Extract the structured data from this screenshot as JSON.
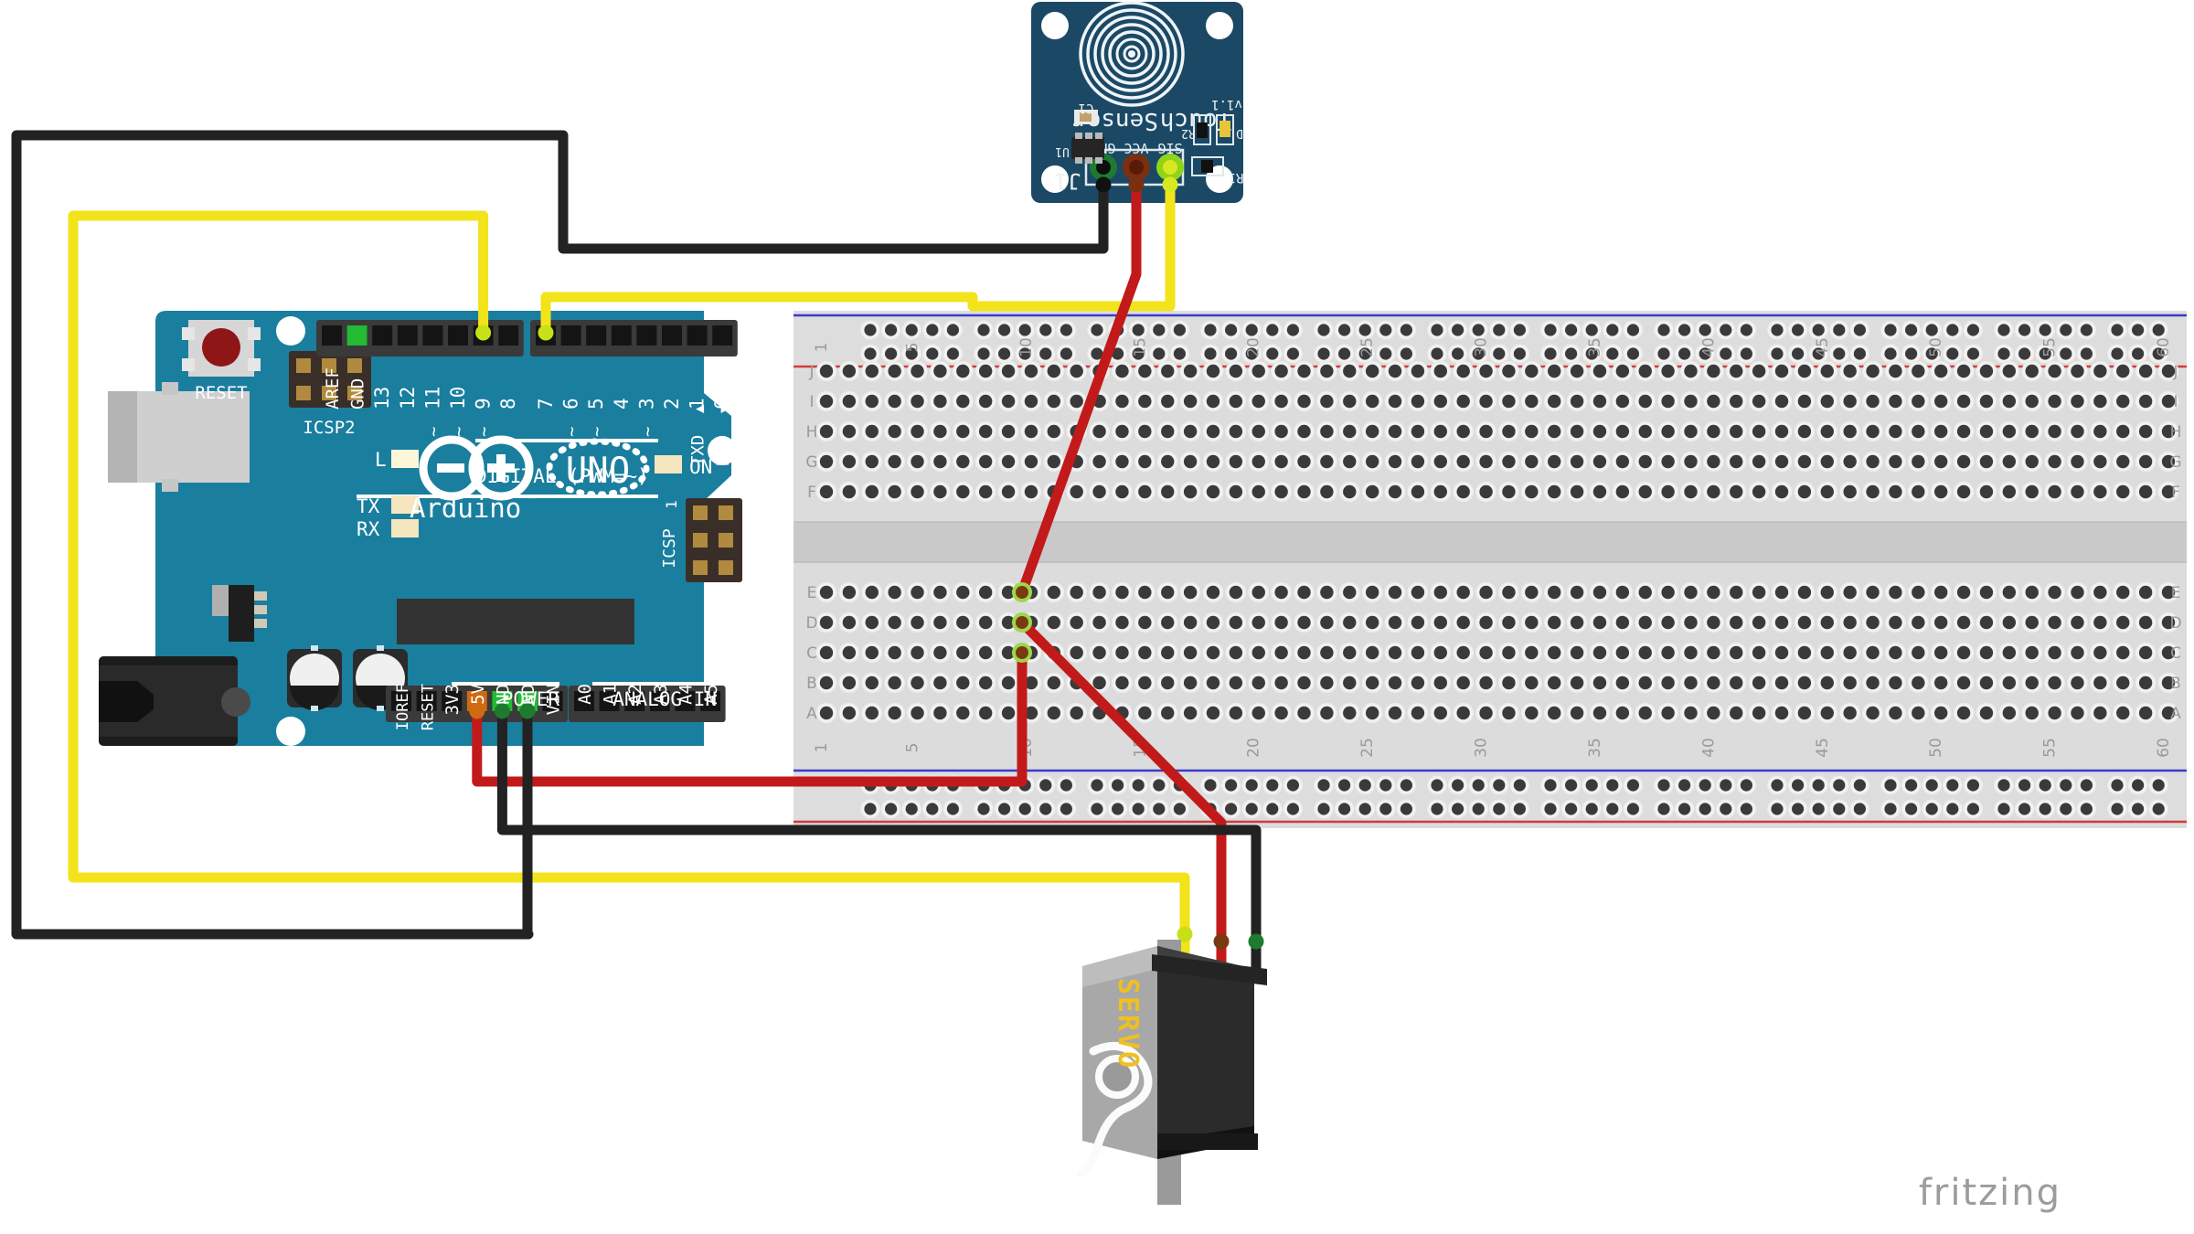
{
  "document": {
    "kind": "fritzing-breadboard-diagram",
    "watermark": "fritzing",
    "background_color": "#ffffff"
  },
  "colors": {
    "arduino_pcb": "#1a7e9e",
    "arduino_pcb_dark": "#156d8a",
    "sensor_pcb": "#1b4965",
    "breadboard_body": "#dcdcdc",
    "breadboard_channel": "#c9c9c9",
    "rail_blue": "#3b3bc8",
    "rail_red": "#d23b3b",
    "wire_red": "#c21a1a",
    "wire_black": "#222222",
    "wire_yellow": "#f2e31a",
    "header_black": "#3a3a3a",
    "servo_body": "#2b2b2b",
    "servo_case": "#a8a8a8",
    "servo_label": "#f0c020",
    "led_green": "#22bb33",
    "reset_button": "#8f1616"
  },
  "arduino": {
    "name": "Arduino UNO",
    "brand": "Arduino",
    "trademark": "™",
    "model": "UNO",
    "reset_label": "RESET",
    "icsp2_label": "ICSP2",
    "icsp_label": "ICSP",
    "icsp_pin1": "1",
    "digital_label": "DIGITAL (PWM=~)",
    "power_label": "POWER",
    "analog_label": "ANALOG IN",
    "on_led_label": "ON",
    "leds": [
      "L",
      "TX",
      "RX"
    ],
    "digital_pins_left": [
      "AREF",
      "GND",
      "13",
      "12",
      "11",
      "10",
      "9",
      "8"
    ],
    "digital_pwm_marks_left": [
      "",
      "",
      "",
      "",
      "~",
      "~",
      "~",
      ""
    ],
    "digital_pins_right": [
      "7",
      "6",
      "5",
      "4",
      "3",
      "2",
      "1",
      "0"
    ],
    "digital_pwm_marks_right": [
      "",
      "~",
      "~",
      "",
      "~",
      "",
      "",
      ""
    ],
    "serial_labels": [
      "TXD",
      "RXD"
    ],
    "serial_arrows": [
      "▲",
      "▼"
    ],
    "power_pins": [
      "IOREF",
      "RESET",
      "3V3",
      "5V",
      "GND",
      "GND",
      "VIN"
    ],
    "analog_pins": [
      "A0",
      "A1",
      "A2",
      "A3",
      "A4",
      "A5"
    ]
  },
  "touch_sensor": {
    "title": "Touch",
    "subtitle": "Sensor",
    "version": "v1.1",
    "connector_label": "J1",
    "pin_labels": [
      "GND",
      "VCC",
      "SIG"
    ],
    "pin_labels_print_order": [
      "SIG",
      "VCC",
      "GND"
    ],
    "components": [
      "C1",
      "U1",
      "R2",
      "D",
      "R1"
    ],
    "text_rotated_180": true
  },
  "breadboard": {
    "column_numbers": [
      "1",
      "5",
      "10",
      "15",
      "20",
      "25",
      "30",
      "35",
      "40",
      "45",
      "50",
      "55",
      "60"
    ],
    "row_letters_top": [
      "J",
      "I",
      "H",
      "G",
      "F"
    ],
    "row_letters_bottom": [
      "E",
      "D",
      "C",
      "B",
      "A"
    ],
    "total_columns": 60,
    "rail_marks": [
      "+",
      "-"
    ]
  },
  "servo": {
    "label": "SERVO",
    "wire_colors": [
      "yellow",
      "red",
      "black"
    ],
    "wire_functions": [
      "signal",
      "power",
      "ground"
    ]
  },
  "wires": [
    {
      "name": "sensor-gnd-to-arduino-gnd",
      "color": "#222222",
      "from": "touch-sensor GND",
      "to": "Arduino GND (digital header)"
    },
    {
      "name": "sensor-vcc-to-breadboard",
      "color": "#c21a1a",
      "from": "touch-sensor VCC",
      "to": "breadboard row E col 10"
    },
    {
      "name": "sensor-sig-to-pin7",
      "color": "#f2e31a",
      "from": "touch-sensor SIG",
      "to": "Arduino digital pin 7"
    },
    {
      "name": "arduino-5v-to-breadboard",
      "color": "#c21a1a",
      "from": "Arduino 5V",
      "to": "breadboard row C col 10"
    },
    {
      "name": "breadboard-to-servo-power",
      "color": "#c21a1a",
      "from": "breadboard row D col 10",
      "to": "servo power"
    },
    {
      "name": "arduino-gnd-to-servo",
      "color": "#222222",
      "from": "Arduino GND (power header)",
      "to": "servo ground"
    },
    {
      "name": "arduino-gnd-loop",
      "color": "#222222",
      "from": "Arduino GND (power header)",
      "to": "sensor GND loop"
    },
    {
      "name": "arduino-pin9-to-servo-signal",
      "color": "#f2e31a",
      "from": "Arduino digital pin 9",
      "to": "servo signal"
    }
  ]
}
